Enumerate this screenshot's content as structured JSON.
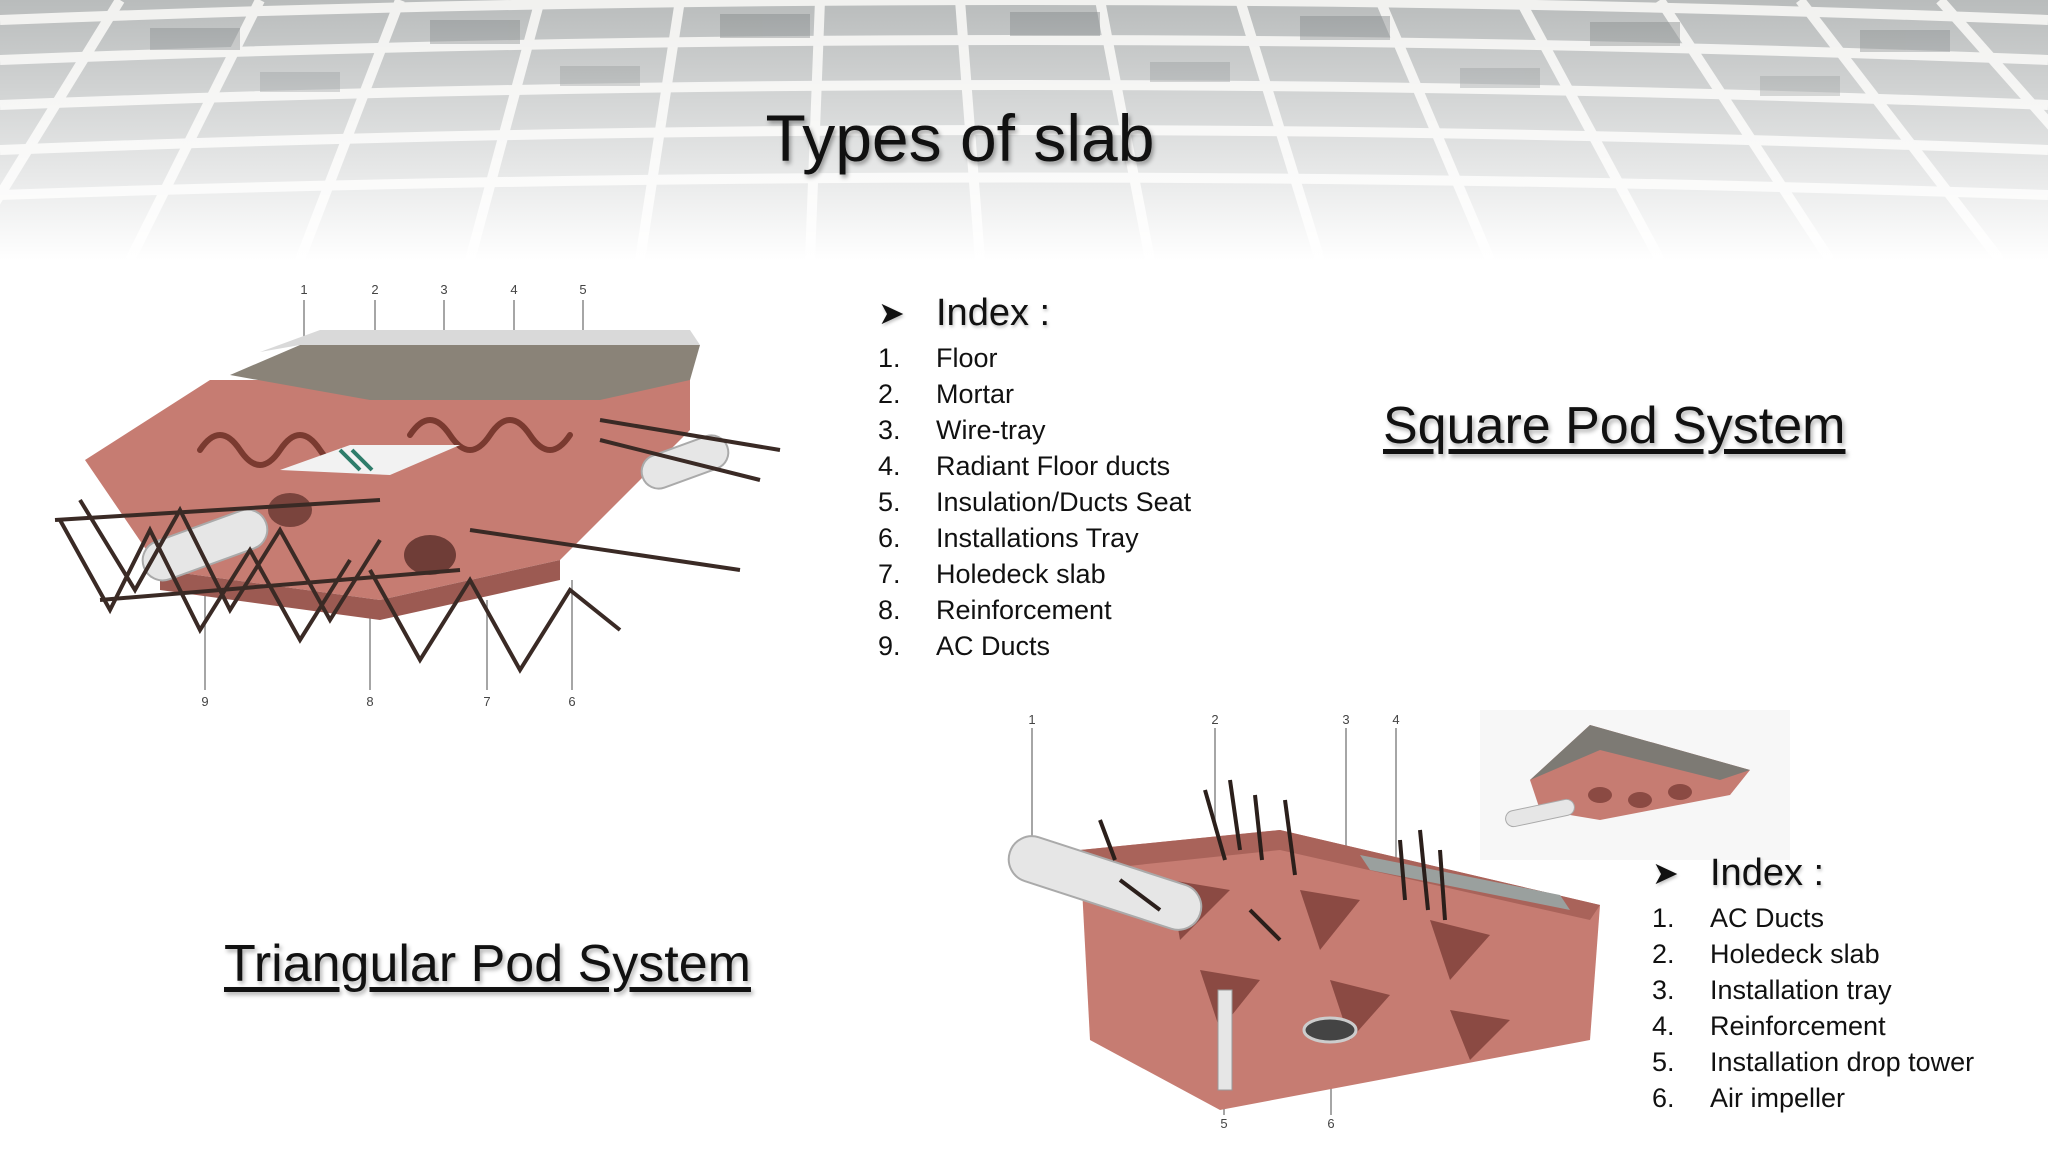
{
  "slide": {
    "title": "Types of slab"
  },
  "square_index": {
    "heading": "Index :",
    "items": [
      {
        "num": "1.",
        "label": "Floor"
      },
      {
        "num": "2.",
        "label": "Mortar"
      },
      {
        "num": "3.",
        "label": "Wire-tray"
      },
      {
        "num": "4.",
        "label": "Radiant Floor ducts"
      },
      {
        "num": "5.",
        "label": "Insulation/Ducts Seat"
      },
      {
        "num": "6.",
        "label": "Installations Tray"
      },
      {
        "num": "7.",
        "label": "Holedeck slab"
      },
      {
        "num": "8.",
        "label": "Reinforcement"
      },
      {
        "num": "9.",
        "label": "AC Ducts"
      }
    ]
  },
  "square_label": "Square Pod System",
  "triangular_label": "Triangular Pod System",
  "triangular_index": {
    "heading": "Index :",
    "items": [
      {
        "num": "1.",
        "label": "AC Ducts"
      },
      {
        "num": "2.",
        "label": "Holedeck slab"
      },
      {
        "num": "3.",
        "label": "Installation tray"
      },
      {
        "num": "4.",
        "label": "Reinforcement"
      },
      {
        "num": "5.",
        "label": "Installation drop tower"
      },
      {
        "num": "6.",
        "label": "Air impeller"
      }
    ]
  },
  "diagram_square_callouts": [
    "1",
    "2",
    "3",
    "4",
    "5",
    "9",
    "8",
    "7",
    "6"
  ],
  "diagram_triangular_callouts": [
    "1",
    "2",
    "3",
    "4",
    "5",
    "6"
  ],
  "colors": {
    "slab": "#c67c72",
    "slab_dark": "#9c5a52",
    "rebar": "#3a2a25",
    "duct": "#e6e6e6",
    "floor": "#d9d9d9",
    "mortar": "#8a8378"
  }
}
